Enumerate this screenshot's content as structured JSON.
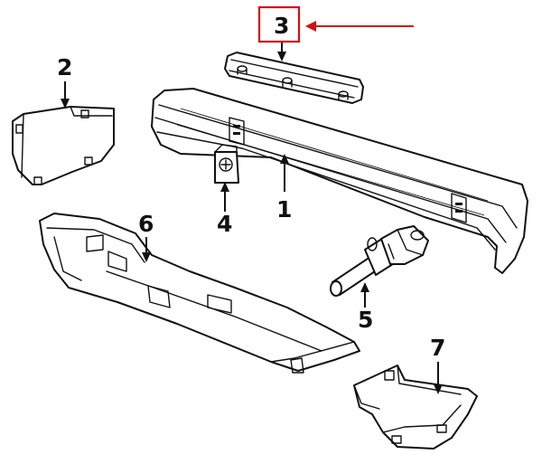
{
  "callouts": {
    "c1": "1",
    "c2": "2",
    "c3": "3",
    "c4": "4",
    "c5": "5",
    "c6": "6",
    "c7": "7"
  },
  "highlight": {
    "target": "3",
    "color": "#d01010"
  }
}
